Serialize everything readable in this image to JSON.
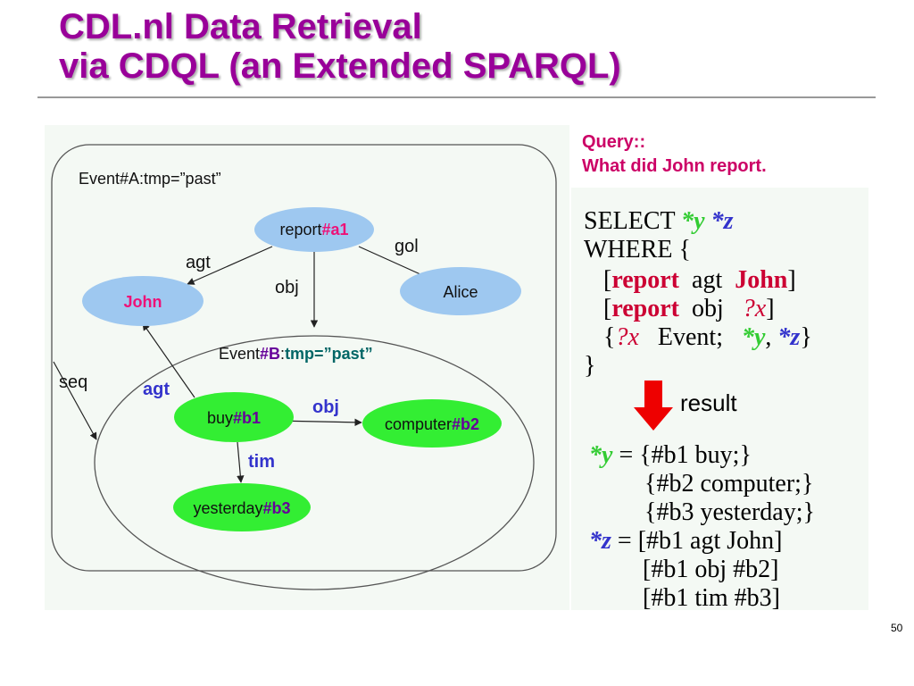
{
  "title": {
    "line1": "CDL.nl Data Retrieval",
    "line2": "via CDQL (an Extended SPARQL)"
  },
  "diagram": {
    "event_a_label": "Event#A:tmp=”past”",
    "event_b": {
      "prefix": "Event",
      "id": "#B",
      "sep": ":",
      "attr": "tmp=”past”"
    },
    "nodes": {
      "report": {
        "word": "report",
        "id": "#a1"
      },
      "john": "John",
      "alice": "Alice",
      "buy": {
        "word": "buy",
        "id": "#b1"
      },
      "computer": {
        "word": "computer",
        "id": "#b2"
      },
      "yesterday": {
        "word": "yesterday",
        "id": "#b3"
      }
    },
    "edges": {
      "agt_top": "agt",
      "obj_top": "obj",
      "gol": "gol",
      "seq": "seq",
      "agt_inner": "agt",
      "obj_inner": "obj",
      "tim": "tim"
    },
    "colors": {
      "blue_node": "#9ec8f0",
      "green_node": "#33ee33",
      "magenta_text": "#ee1177",
      "purple_text": "#660099",
      "edge_blue": "#3333cc"
    }
  },
  "query_note": {
    "line1": "Query::",
    "line2": "What did John report."
  },
  "query": {
    "select_kw": "SELECT",
    "var_y": "*y",
    "var_z": "*z",
    "where_kw": "WHERE {",
    "l3": {
      "open": "[",
      "verb": "report",
      "rel": "agt",
      "obj": "John",
      "close": "]"
    },
    "l4": {
      "open": "[",
      "verb": "report",
      "rel": "obj",
      "var": "?x",
      "close": "]"
    },
    "l5": {
      "open": "{",
      "var": "?x",
      "word": "Event;",
      "vy": "*y",
      "comma": ",",
      "vz": "*z",
      "close": "}"
    },
    "close": "}"
  },
  "result_label": "result",
  "results": {
    "y_var": "*y",
    "eq": "=",
    "y1": "{#b1 buy;}",
    "y2": "{#b2 computer;}",
    "y3": "{#b3 yesterday;}",
    "z_var": "*z",
    "z1": "[#b1 agt John]",
    "z2": "[#b1 obj #b2]",
    "z3": "[#b1 tim #b3]"
  },
  "page_number": "50"
}
